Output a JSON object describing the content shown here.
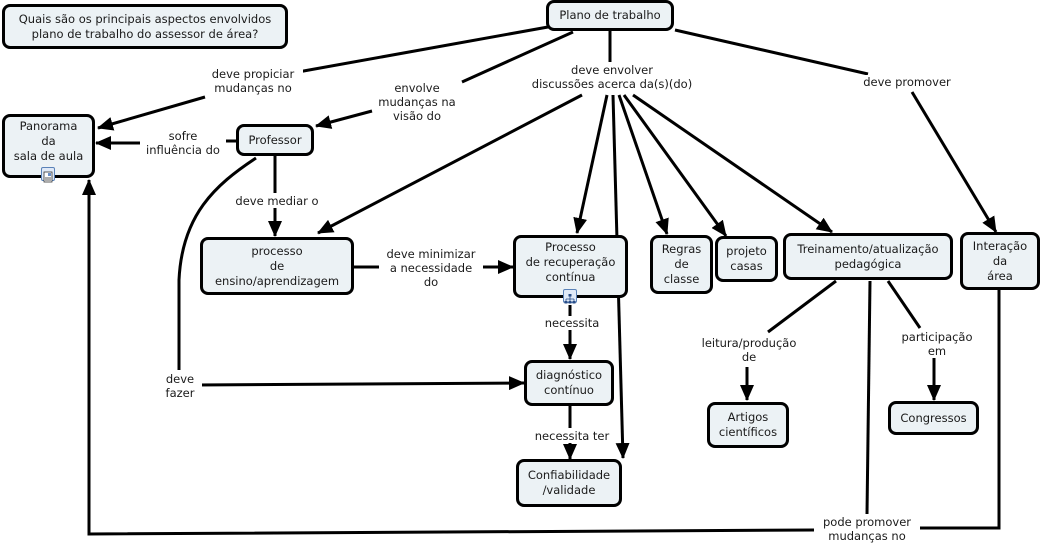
{
  "nodes": {
    "question": "Quais são os principais aspectos envolvidos\nplano de trabalho do assessor de área?",
    "plano": "Plano de trabalho",
    "panorama": "Panorama\nda\nsala de aula",
    "professor": "Professor",
    "ensino": "processo\nde\nensino/aprendizagem",
    "recuperacao": "Processo\nde recuperação\ncontínua",
    "regras": "Regras\nde\nclasse",
    "projeto": "projeto\ncasas",
    "treinamento": "Treinamento/atualização\npedagógica",
    "interacao": "Interação\nda\nárea",
    "diagnostico": "diagnóstico\ncontínuo",
    "confiabilidade": "Confiabilidade\n/validade",
    "artigos": "Artigos\ncientíficos",
    "congressos": "Congressos"
  },
  "links": {
    "propiciar": "deve propiciar\nmudanças no",
    "envolve": "envolve\nmudanças na\nvisão do",
    "envolver": "deve envolver\ndiscussões acerca da(s)(do)",
    "promover": "deve promover",
    "sofre": "sofre\ninfluência do",
    "mediar": "deve mediar o",
    "minimizar": "deve minimizar\na necessidade\ndo",
    "necessita": "necessita",
    "fazer": "deve\nfazer",
    "necessita_ter": "necessita ter",
    "leitura": "leitura/produção\nde",
    "participacao": "participação\nem",
    "pode_promover": "pode promover\nmudanças no"
  },
  "icons": {
    "panorama_attachment": "document-image-icon",
    "recuperacao_submap": "submap-hierarchy-icon"
  }
}
